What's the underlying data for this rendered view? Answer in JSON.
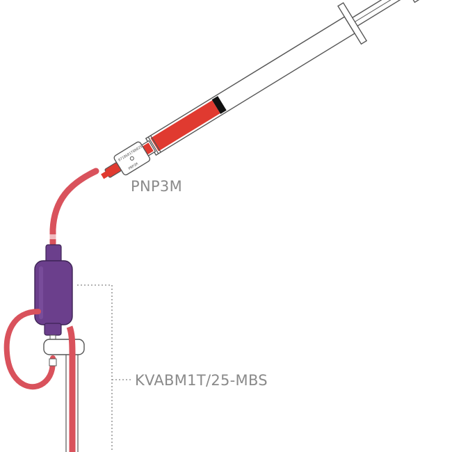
{
  "labels": {
    "connector": "PNP3M",
    "filter_assembly": "KVABM1T/25-MBS"
  },
  "connector_print": {
    "line1": "0718601780025",
    "line2": "PNP3M"
  },
  "colors": {
    "blood_red": "#e03a30",
    "tube_red": "#d9525c",
    "filter_purple": "#6b3f8c",
    "outline": "#555555",
    "leader_line": "#999999",
    "label_text": "#8a8a8a"
  }
}
